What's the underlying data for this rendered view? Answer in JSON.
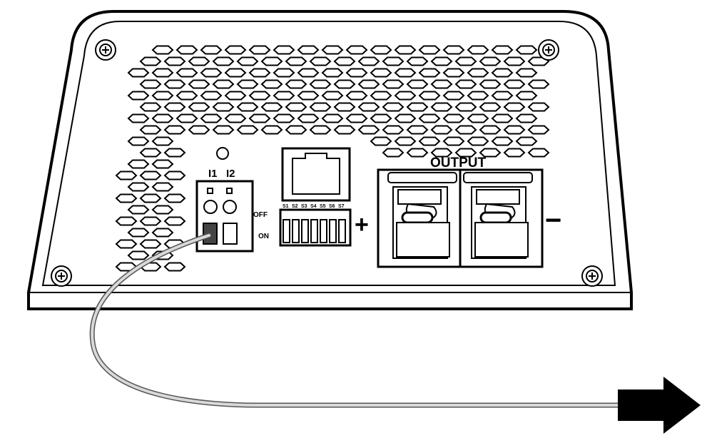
{
  "labels": {
    "output": "OUTPUT",
    "input1": "I1",
    "input2": "I2",
    "off": "OFF",
    "on": "ON",
    "plus": "+",
    "minus": "−",
    "dip_switches": [
      "S1",
      "S2",
      "S3",
      "S4",
      "S5",
      "S6",
      "S7"
    ]
  },
  "colors": {
    "line": "#000000",
    "background": "#ffffff",
    "cable": "#d9d9d9",
    "cable_outline": "#555555",
    "connector_dark": "#444444",
    "arrow": "#000000"
  },
  "icons": {
    "screws": [
      "screw-icon-top-left",
      "screw-icon-top-right",
      "screw-icon-bottom-left",
      "screw-icon-bottom-right"
    ],
    "arrow": "arrow-right-icon",
    "port": "rj-port-icon"
  }
}
